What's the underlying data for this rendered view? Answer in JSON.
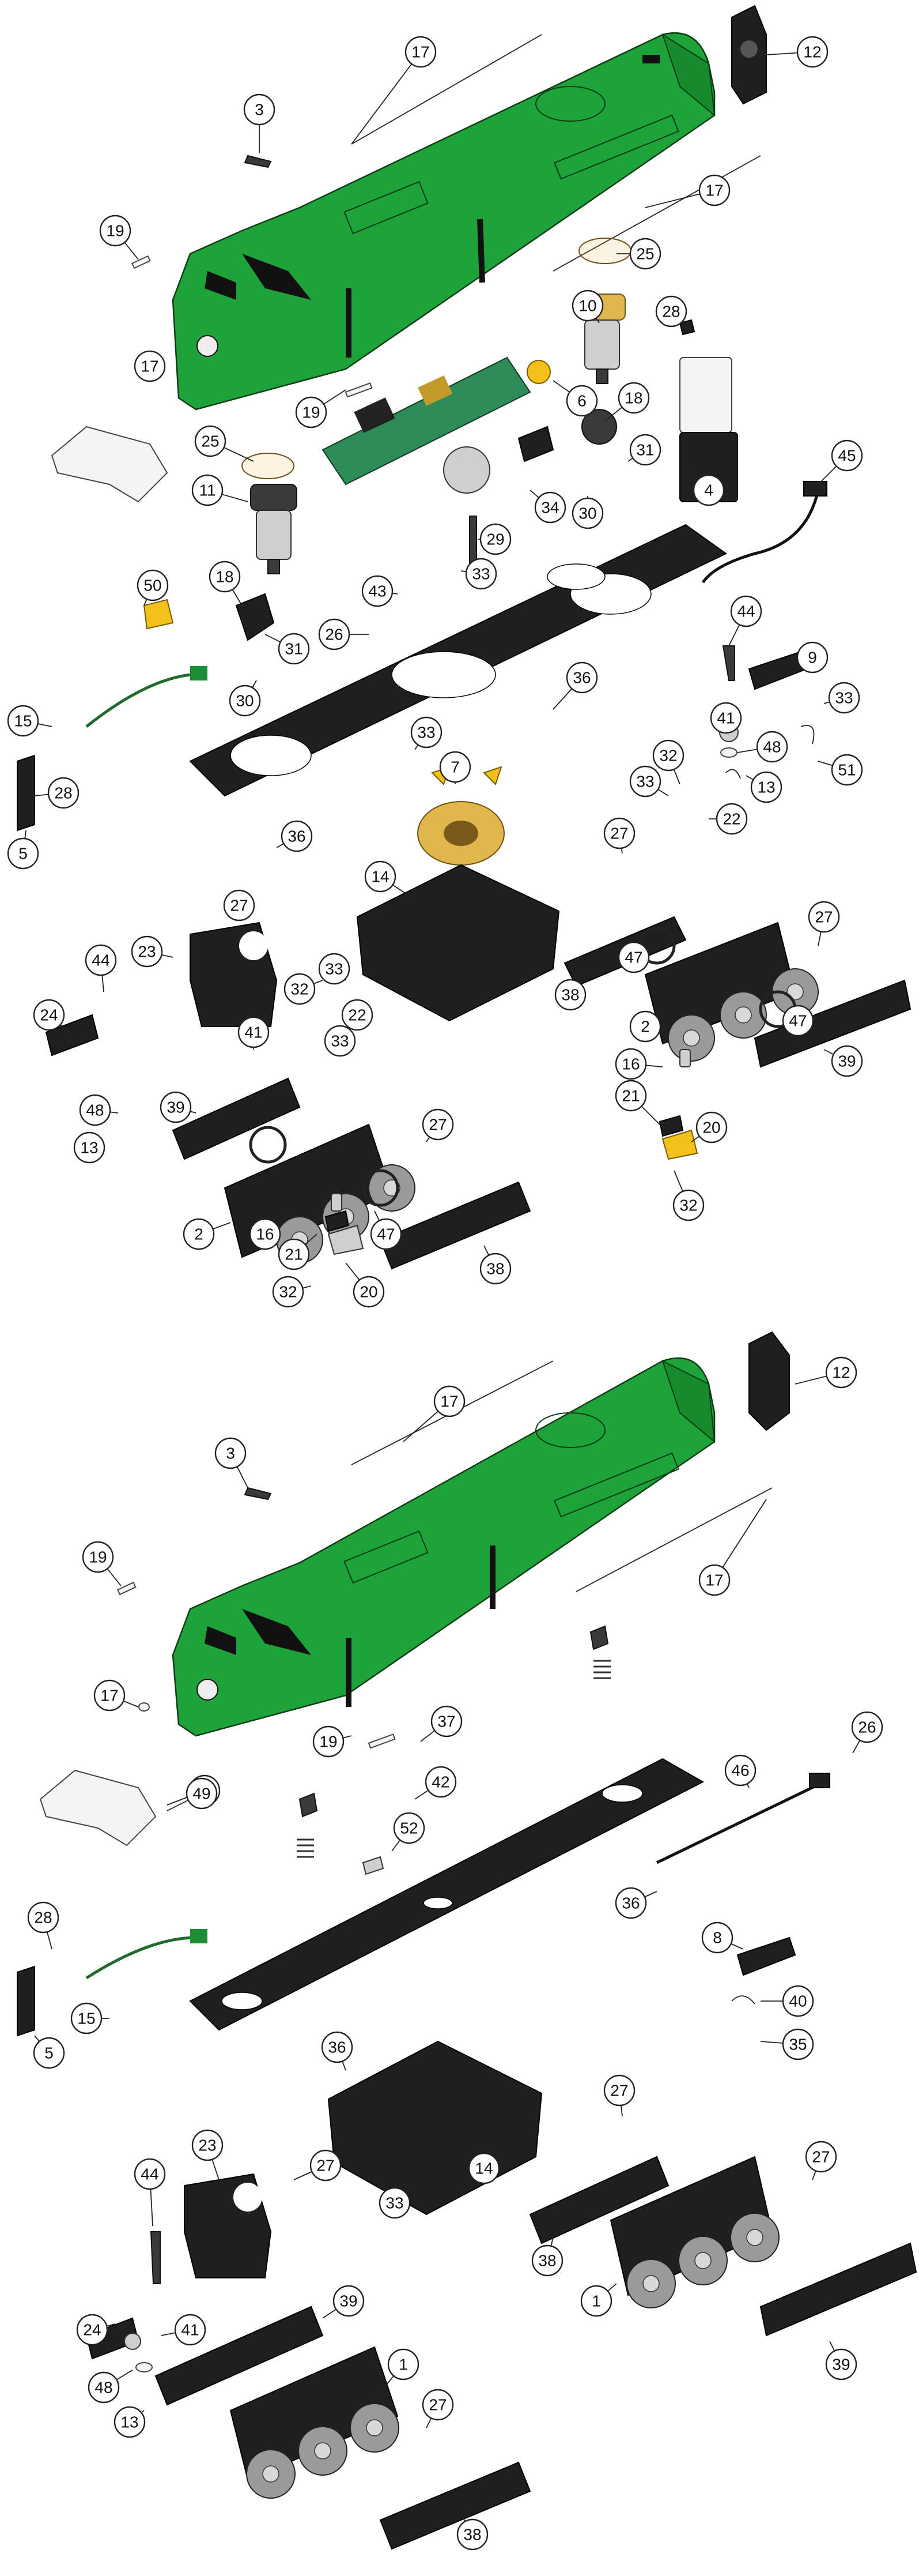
{
  "diagram": {
    "labels_top": [
      "17",
      "12",
      "3",
      "17",
      "19",
      "25",
      "10",
      "28",
      "6",
      "18",
      "17",
      "19",
      "25",
      "31",
      "4",
      "34",
      "30",
      "11",
      "29",
      "45",
      "33",
      "50",
      "18",
      "43",
      "26",
      "31",
      "44",
      "9",
      "30",
      "33",
      "36",
      "41",
      "48",
      "15",
      "33",
      "51",
      "7",
      "13",
      "28",
      "32",
      "33",
      "22",
      "5",
      "36",
      "27",
      "14",
      "47",
      "27",
      "23",
      "33",
      "38",
      "44",
      "32",
      "2",
      "47",
      "39",
      "22",
      "24",
      "41",
      "27",
      "16",
      "48",
      "33",
      "21",
      "13",
      "20",
      "27",
      "39",
      "47",
      "32",
      "2",
      "16",
      "21",
      "38",
      "20",
      "32"
    ],
    "labels_bottom": [
      "17",
      "12",
      "3",
      "19",
      "17",
      "17",
      "19",
      "37",
      "49",
      "42",
      "52",
      "46",
      "26",
      "36",
      "8",
      "28",
      "40",
      "15",
      "5",
      "35",
      "36",
      "27",
      "14",
      "44",
      "23",
      "27",
      "33",
      "38",
      "1",
      "27",
      "24",
      "39",
      "41",
      "48",
      "27",
      "1",
      "13",
      "38",
      "39",
      "49"
    ],
    "colors": {
      "shell": "#1ea33a",
      "frame": "#1f1f1f",
      "brass": "#e1b64a",
      "yellow": "#f3c21a"
    }
  }
}
